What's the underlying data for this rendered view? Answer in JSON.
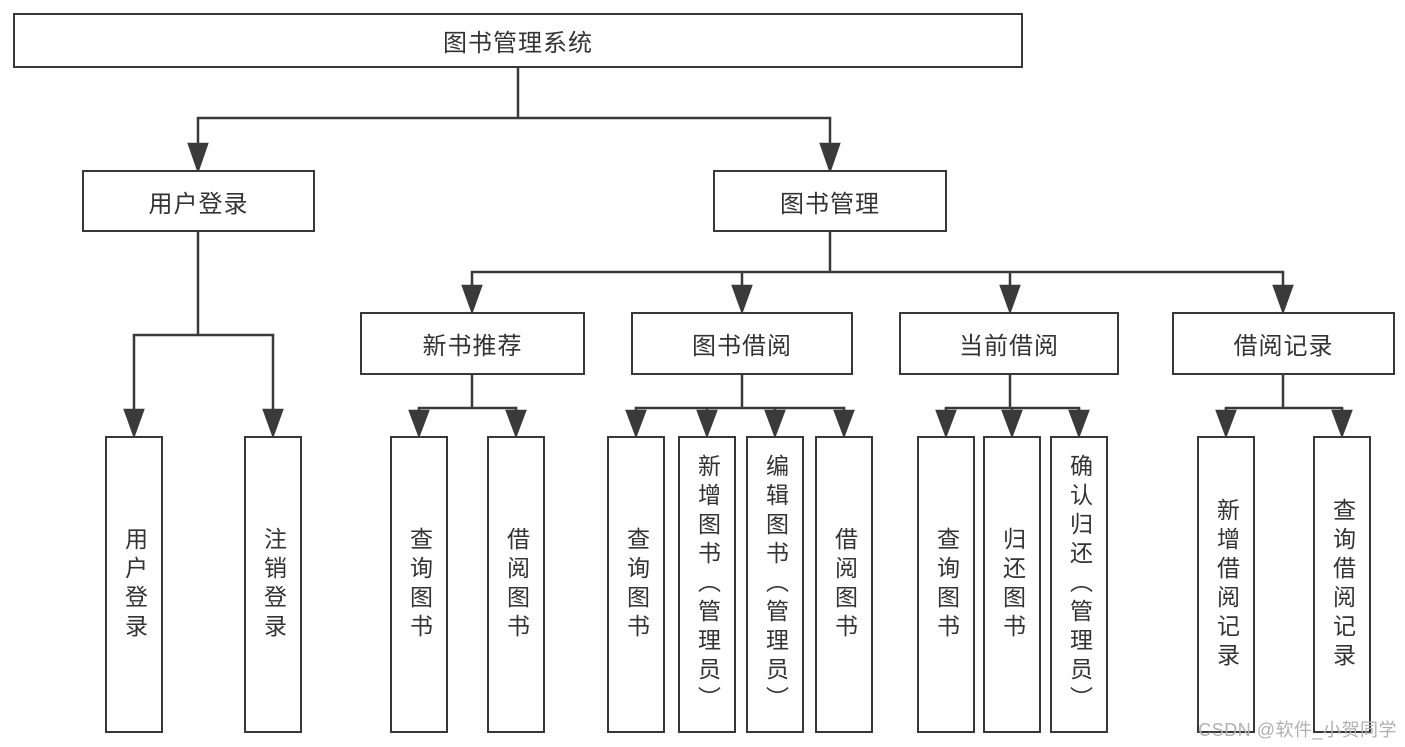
{
  "diagram_title": "图书管理系统",
  "colors": {
    "line": "#3a3a3a",
    "box_border": "#383838",
    "text": "#333333",
    "watermark": "#b0b0b0"
  },
  "nodes": {
    "root": "图书管理系统",
    "user_login": "用户登录",
    "book_mgmt": "图书管理",
    "new_book_rec": "新书推荐",
    "book_borrow": "图书借阅",
    "current_borrow": "当前借阅",
    "borrow_records": "借阅记录",
    "ul_user_login": "用户登录",
    "ul_logout": "注销登录",
    "nb_query_books": "查询图书",
    "nb_borrow_books": "借阅图书",
    "bb_query_books": "查询图书",
    "bb_add_books": "新增图书（管理员）",
    "bb_edit_books": "编辑图书（管理员）",
    "bb_borrow_books": "借阅图书",
    "cb_query_books": "查询图书",
    "cb_return_books": "归还图书",
    "cb_confirm_return": "确认归还（管理员）",
    "br_add_record": "新增借阅记录",
    "br_query_record": "查询借阅记录"
  },
  "watermark": "CSDN @软件_小贺同学"
}
